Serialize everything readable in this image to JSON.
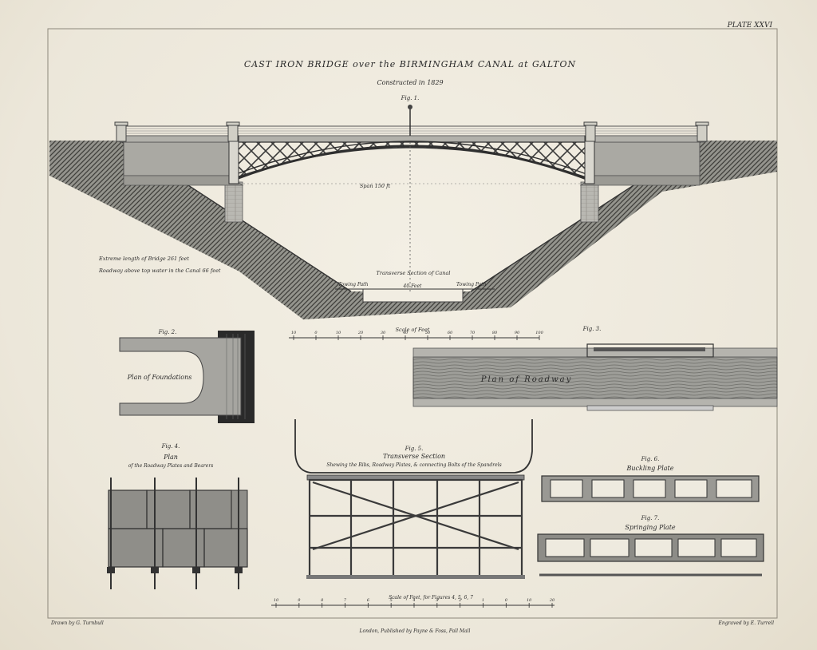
{
  "plate": {
    "number": "PLATE XXVI",
    "title": "CAST IRON BRIDGE over the BIRMINGHAM CANAL at GALTON",
    "subtitle": "Constructed in 1829",
    "drawn_by": "Drawn by G. Turnbull",
    "engraved_by": "Engraved by E. Turrell",
    "publisher": "London, Published by Payne & Foss, Pall Mall"
  },
  "fig1": {
    "label": "Fig. 1.",
    "span": "Span 150 ft",
    "extreme_length": "Extreme length of Bridge 261 feet",
    "roadway_height": "Roadway above top water in the Canal 66 feet",
    "transverse_section": "Transverse Section of Canal",
    "towing_path_left": "Towing Path",
    "towing_path_right": "Towing Path",
    "canal_width": "40 Feet",
    "scale_label": "Scale of Feet",
    "scale_ticks": [
      "10",
      "0",
      "10",
      "20",
      "30",
      "40",
      "50",
      "60",
      "70",
      "80",
      "90",
      "100"
    ]
  },
  "fig2": {
    "label": "Fig. 2.",
    "caption": "Plan of Foundations"
  },
  "fig3": {
    "label": "Fig. 3.",
    "caption": "Plan of Roadway"
  },
  "fig4": {
    "label": "Fig. 4.",
    "caption": "Plan",
    "sub": "of the Roadway Plates and Bearers"
  },
  "fig5": {
    "label": "Fig. 5.",
    "caption": "Transverse Section",
    "sub": "Shewing the Ribs, Roadway Plates, & connecting Bolts of the Spandrels",
    "scale_label": "Scale of Feet, for Figures 4, 5, 6, 7",
    "scale_ticks": [
      "10",
      "9",
      "8",
      "7",
      "6",
      "5",
      "4",
      "3",
      "2",
      "1",
      "0",
      "10",
      "20"
    ]
  },
  "fig6": {
    "label": "Fig. 6.",
    "caption": "Buckling Plate"
  },
  "fig7": {
    "label": "Fig. 7.",
    "caption": "Springing Plate"
  },
  "colors": {
    "paper": "#ece7da",
    "ink": "#2a2a2a",
    "stone": "#a9a9a4",
    "earth": "#3d3d3a"
  }
}
